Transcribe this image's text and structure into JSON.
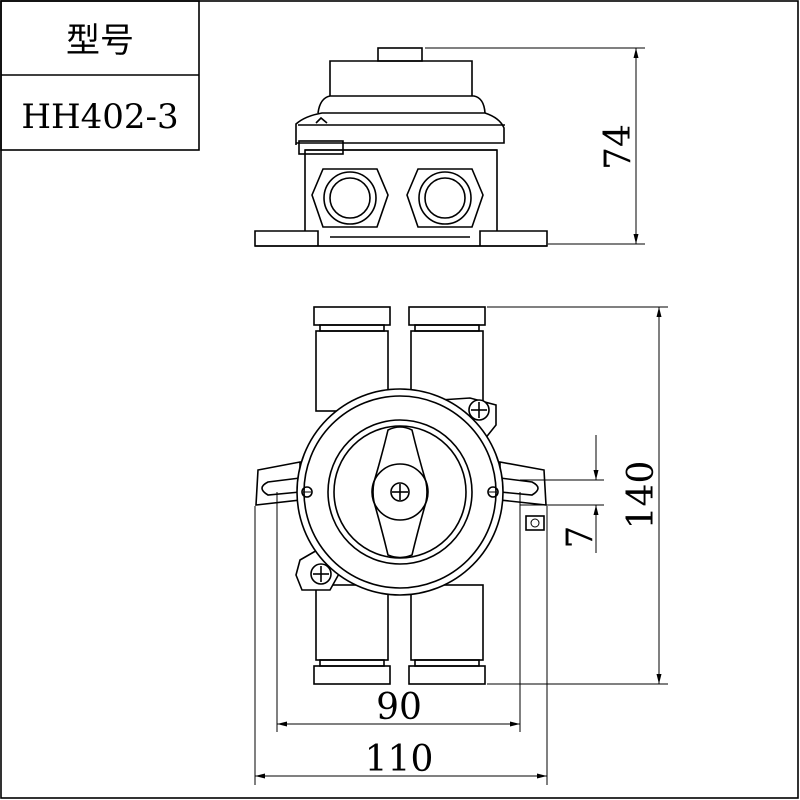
{
  "title_block": {
    "label": "型号",
    "model": "HH402-3"
  },
  "dimensions": {
    "height": "74",
    "length": "140",
    "hole_spacing": "90",
    "overall_width": "110",
    "slot_width": "7"
  }
}
